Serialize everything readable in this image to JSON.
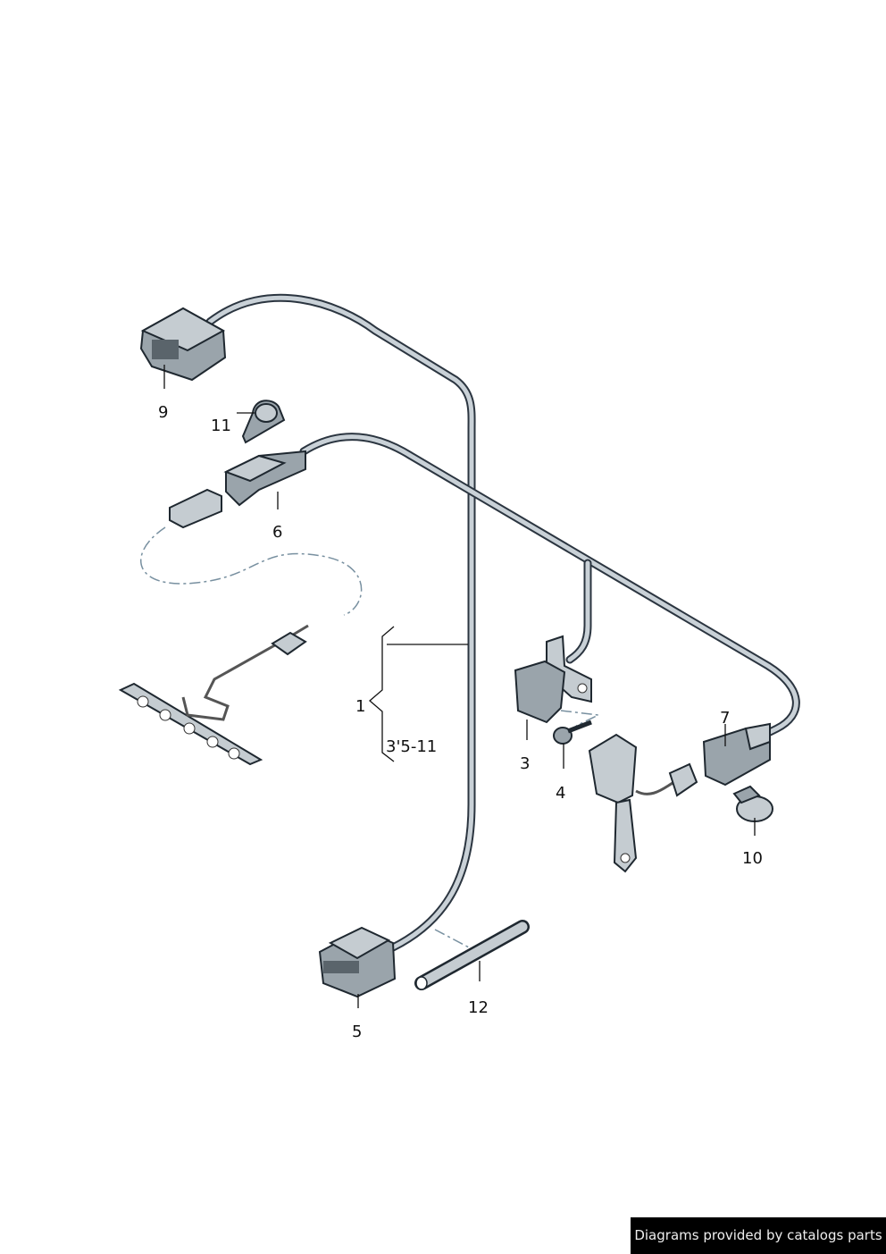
{
  "diagram": {
    "callouts": {
      "p1": "1",
      "p1_range": "3'5-11",
      "p3": "3",
      "p4": "4",
      "p5": "5",
      "p6": "6",
      "p7": "7",
      "p9": "9",
      "p10": "10",
      "p11": "11",
      "p12": "12"
    }
  },
  "footer": {
    "text": "Diagrams provided by catalogs parts"
  }
}
